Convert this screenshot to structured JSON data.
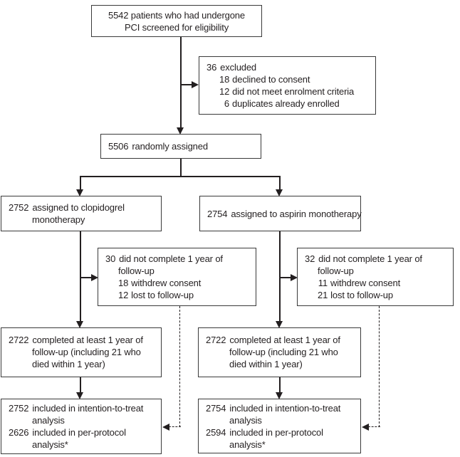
{
  "colors": {
    "background": "#ffffff",
    "line": "#231f20",
    "box_border": "#3a3a3a"
  },
  "boxes": {
    "screened": {
      "lines": [
        "5542 patients who had undergone",
        "PCI screened for eligibility"
      ]
    },
    "excluded": {
      "rows": [
        {
          "num": "36",
          "text": "excluded"
        },
        {
          "num": "18",
          "text": "declined to consent"
        },
        {
          "num": "12",
          "text": "did not meet enrolment criteria"
        },
        {
          "num": "6",
          "text": "duplicates already enrolled"
        }
      ]
    },
    "randomized": {
      "rows": [
        {
          "num": "5506",
          "text": "randomly assigned"
        }
      ]
    },
    "assign_clopidogrel": {
      "rows": [
        {
          "num": "2752",
          "text": "assigned to clopidogrel"
        },
        {
          "num": "",
          "text": "monotherapy"
        }
      ]
    },
    "assign_aspirin": {
      "rows": [
        {
          "num": "2754",
          "text": "assigned to aspirin monotherapy"
        }
      ]
    },
    "notcompleted_clopidogrel": {
      "rows": [
        {
          "num": "30",
          "text": "did not complete 1 year of"
        },
        {
          "num": "",
          "text": "follow-up"
        },
        {
          "num": "18",
          "text": "withdrew consent"
        },
        {
          "num": "12",
          "text": "lost to follow-up"
        }
      ]
    },
    "notcompleted_aspirin": {
      "rows": [
        {
          "num": "32",
          "text": "did not complete 1 year of"
        },
        {
          "num": "",
          "text": "follow-up"
        },
        {
          "num": "11",
          "text": "withdrew consent"
        },
        {
          "num": "21",
          "text": "lost to follow-up"
        }
      ]
    },
    "completed_clopidogrel": {
      "rows": [
        {
          "num": "2722",
          "text": "completed at least 1 year of"
        },
        {
          "num": "",
          "text": "follow-up (including 21 who"
        },
        {
          "num": "",
          "text": "died within 1 year)"
        }
      ]
    },
    "completed_aspirin": {
      "rows": [
        {
          "num": "2722",
          "text": "completed at least 1 year of"
        },
        {
          "num": "",
          "text": "follow-up (including 21 who"
        },
        {
          "num": "",
          "text": "died within 1 year)"
        }
      ]
    },
    "analysis_clopidogrel": {
      "rows": [
        {
          "num": "2752",
          "text": "included in intention-to-treat"
        },
        {
          "num": "",
          "text": "analysis"
        },
        {
          "num": "2626",
          "text": "included in per-protocol"
        },
        {
          "num": "",
          "text": "analysis*"
        }
      ]
    },
    "analysis_aspirin": {
      "rows": [
        {
          "num": "2754",
          "text": "included in intention-to-treat"
        },
        {
          "num": "",
          "text": "analysis"
        },
        {
          "num": "2594",
          "text": "included in per-protocol"
        },
        {
          "num": "",
          "text": "analysis*"
        }
      ]
    }
  }
}
